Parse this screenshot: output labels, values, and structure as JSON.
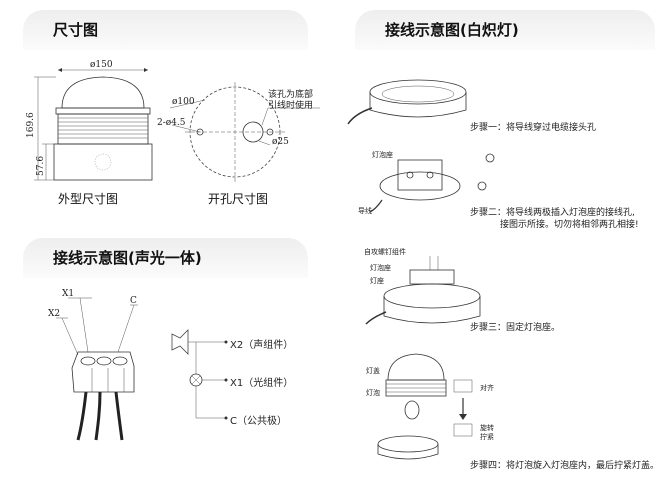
{
  "sections": {
    "dimension_title": "尺寸图",
    "wiring_combo_title": "接线示意图(声光一体)",
    "wiring_incandescent_title": "接线示意图(白炽灯)"
  },
  "dimension": {
    "outer_diameter": "ø150",
    "height": "169.6",
    "base_height": "57.6",
    "outer_caption": "外型尺寸图",
    "hole_caption": "开孔尺寸图",
    "hole_diameter": "ø100",
    "small_holes": "2-ø4.5",
    "cable_hole": "ø25",
    "cable_note_line1": "该孔为底部",
    "cable_note_line2": "引线时使用"
  },
  "combo": {
    "terminal_x1": "X1",
    "terminal_x2": "X2",
    "terminal_c": "C",
    "legend_x2": "X2（声组件）",
    "legend_x1": "X1（光组件）",
    "legend_c": "C（公共极）"
  },
  "steps": {
    "step1": "步骤一：将导线穿过电缆接头孔",
    "step2_line1": "步骤二：将导线两极插入灯泡座的接线孔,",
    "step2_line2": "接图示所接。切勿将相邻两孔相接!",
    "step3": "步骤三：固定灯泡座。",
    "step4": "步骤四：将灯泡旋入灯泡座内，最后拧紧灯盖。"
  },
  "labels": {
    "lamp_holder": "灯泡座",
    "wire": "导线",
    "tapping_screw": "自攻螺钉组件",
    "lamp_holder_2": "灯泡座",
    "lamp_seat": "灯座",
    "lamp_cover": "灯盖",
    "bulb": "灯泡",
    "align": "对齐",
    "rotate_tighten_1": "旋转",
    "rotate_tighten_2": "拧紧"
  }
}
